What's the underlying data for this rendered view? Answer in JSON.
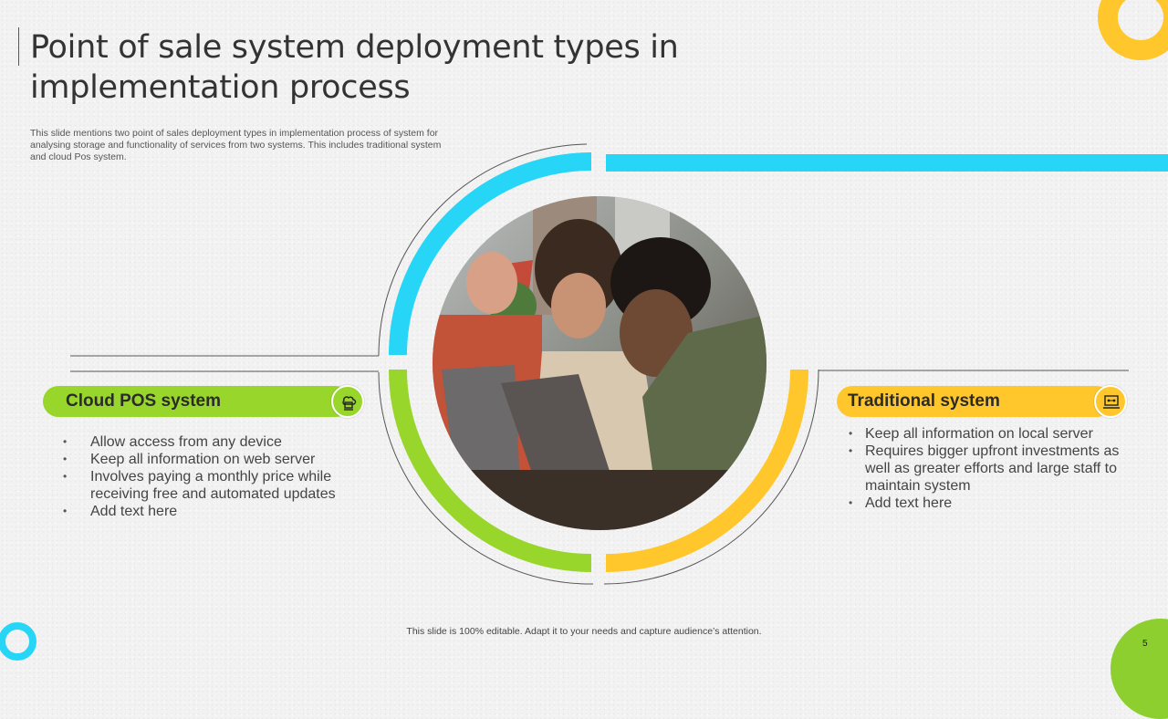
{
  "slide": {
    "title": "Point of sale system deployment types in implementation process",
    "subtitle": "This slide mentions two point of sales deployment types in implementation process of system for analysing storage and functionality of services from two systems. This includes traditional system and cloud Pos system.",
    "footer": "This slide is 100% editable. Adapt it to your needs and capture audience’s attention.",
    "page_number": "5"
  },
  "left_panel": {
    "label": "Cloud POS system",
    "icon": "cloud-computer-icon",
    "items": [
      "Allow access from any device",
      "Keep all information on web server",
      "Involves  paying a monthly  price while receiving free and automated updates",
      "Add text here"
    ]
  },
  "right_panel": {
    "label": "Traditional system",
    "icon": "server-network-icon",
    "items": [
      "Keep all information on local server",
      "Requires bigger upfront  investments as well as greater efforts and  large staff to maintain system",
      "Add text here"
    ]
  },
  "colors": {
    "blue": "#27d6f7",
    "green": "#98d62b",
    "yellow": "#ffc72c",
    "text": "#333333"
  }
}
